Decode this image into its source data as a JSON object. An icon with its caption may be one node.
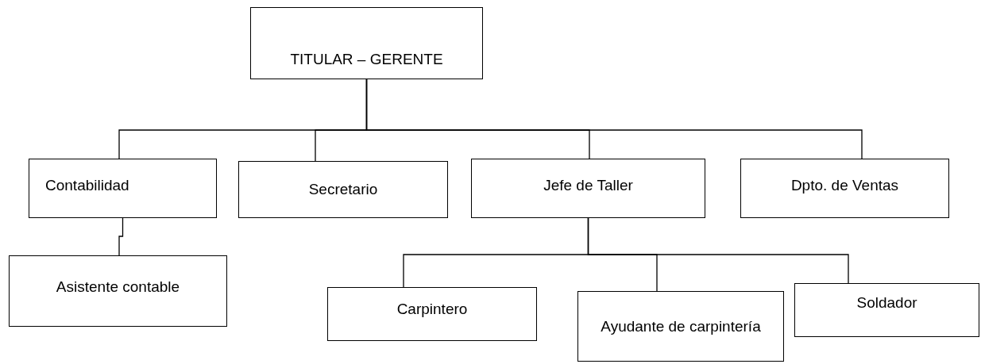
{
  "diagram": {
    "nodes": [
      {
        "text": [
          "TITULAR – GERENTE"
        ]
      },
      {
        "text": [
          "Contabilidad"
        ]
      },
      {
        "text": [
          "Secretario"
        ]
      },
      {
        "text": [
          "Jefe de Taller"
        ]
      },
      {
        "text": [
          "Dpto. de Ventas"
        ]
      },
      {
        "text": [
          "Asistente contable"
        ]
      },
      {
        "text": [
          "Carpintero"
        ]
      },
      {
        "text": [
          "Ayudante de carpintería"
        ]
      },
      {
        "text": [
          "Soldador"
        ]
      }
    ],
    "edges": [
      {
        "from": 0,
        "to": 1,
        "arrow": "none"
      },
      {
        "from": 0,
        "to": 2,
        "arrow": "none"
      },
      {
        "from": 0,
        "to": 3,
        "arrow": "none"
      },
      {
        "from": 0,
        "to": 4,
        "arrow": "none"
      },
      {
        "from": 1,
        "to": 5,
        "arrow": "none"
      },
      {
        "from": 3,
        "to": 6,
        "arrow": "none"
      },
      {
        "from": 3,
        "to": 7,
        "arrow": "none"
      },
      {
        "from": 3,
        "to": 8,
        "arrow": "none"
      }
    ]
  }
}
